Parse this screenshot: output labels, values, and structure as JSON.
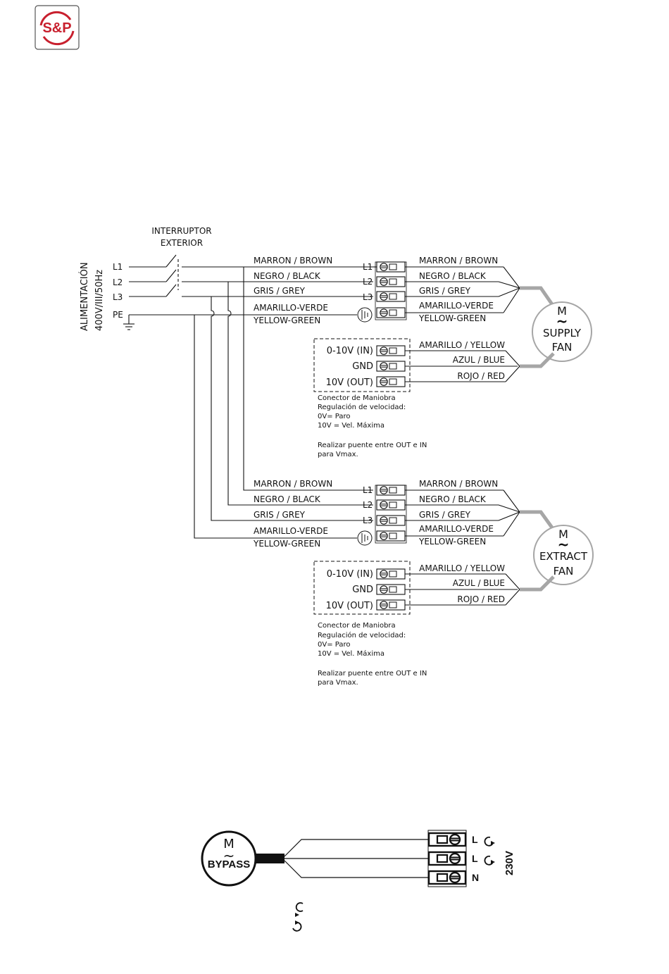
{
  "logo": {
    "text": "S&P",
    "color": "#c8202e"
  },
  "colors": {
    "line": "#111111",
    "gray_cable": "#a6a6a6",
    "black_cable": "#111111"
  },
  "supply_side": {
    "vertical_label_1": "ALIMENTACIÓN",
    "vertical_label_2": "400V/III/50Hz",
    "switch_title_1": "INTERRUPTOR",
    "switch_title_2": "EXTERIOR",
    "phases": [
      "L1",
      "L2",
      "L3",
      "PE"
    ]
  },
  "fan_blocks": [
    {
      "name": "supply",
      "power_wires": [
        "MARRON / BROWN",
        "NEGRO / BLACK",
        "GRIS / GREY",
        "AMARILLO-VERDE",
        "YELLOW-GREEN"
      ],
      "terminals": [
        "L1",
        "L2",
        "L3"
      ],
      "motor_wires": [
        "MARRON / BROWN",
        "NEGRO / BLACK",
        "GRIS / GREY",
        "AMARILLO-VERDE",
        "YELLOW-GREEN"
      ],
      "motor": {
        "m": "M",
        "tilde": "~",
        "line1": "SUPPLY",
        "line2": "FAN"
      },
      "control_terminals": [
        "0-10V (IN)",
        "GND",
        "10V (OUT)"
      ],
      "control_wires": [
        "AMARILLO / YELLOW",
        "AZUL / BLUE",
        "ROJO / RED"
      ],
      "notes": [
        "Conector de Maniobra",
        "Regulación de velocidad:",
        "0V= Paro",
        "10V = Vel. Máxima",
        "Realizar puente entre OUT e IN",
        "para Vmax."
      ]
    },
    {
      "name": "extract",
      "power_wires": [
        "MARRON / BROWN",
        "NEGRO / BLACK",
        "GRIS / GREY",
        "AMARILLO-VERDE",
        "YELLOW-GREEN"
      ],
      "terminals": [
        "L1",
        "L2",
        "L3"
      ],
      "motor_wires": [
        "MARRON / BROWN",
        "NEGRO / BLACK",
        "GRIS / GREY",
        "AMARILLO-VERDE",
        "YELLOW-GREEN"
      ],
      "motor": {
        "m": "M",
        "tilde": "~",
        "line1": "EXTRACT",
        "line2": "FAN"
      },
      "control_terminals": [
        "0-10V (IN)",
        "GND",
        "10V (OUT)"
      ],
      "control_wires": [
        "AMARILLO / YELLOW",
        "AZUL / BLUE",
        "ROJO / RED"
      ],
      "notes": [
        "Conector de Maniobra",
        "Regulación de velocidad:",
        "0V= Paro",
        "10V = Vel. Máxima",
        "Realizar puente entre OUT e IN",
        "para Vmax."
      ]
    }
  ],
  "bypass": {
    "m": "M",
    "tilde": "~",
    "label": "BYPASS",
    "terminals": [
      "L",
      "L",
      "N"
    ],
    "voltage": "230V"
  }
}
